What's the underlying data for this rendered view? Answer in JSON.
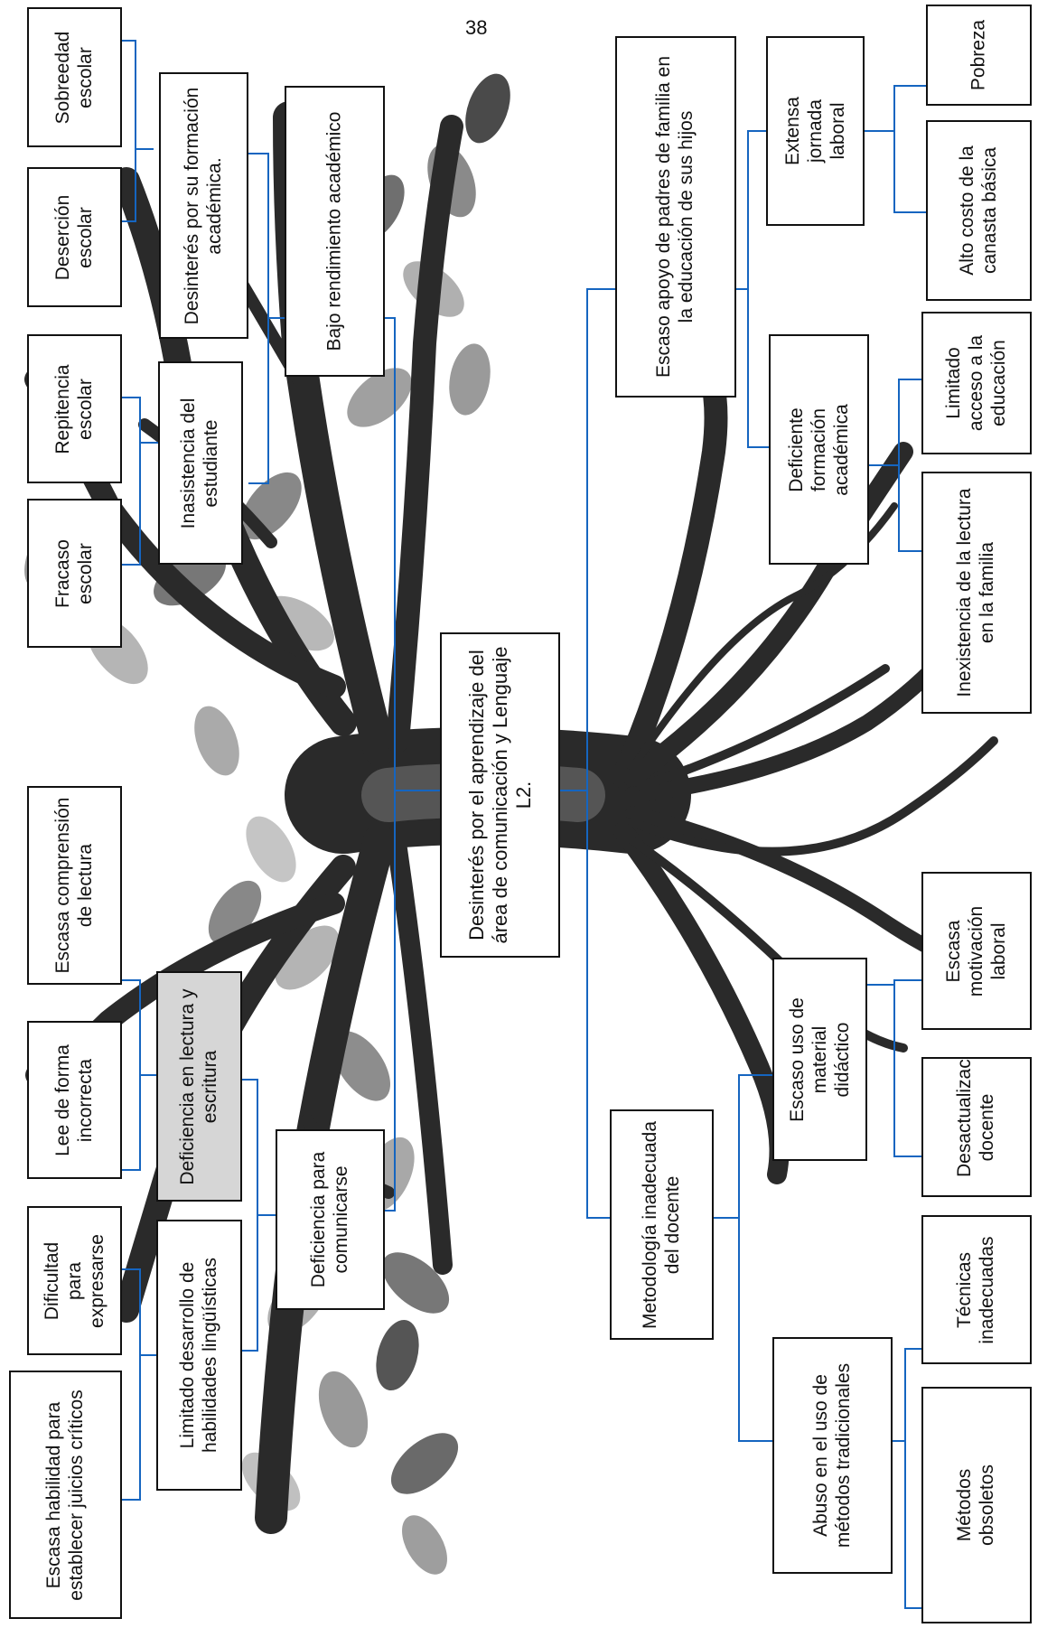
{
  "page_number": "38",
  "central_problem": "Desinterés por el aprendizaje del área de comunicación y Lenguaje L2.",
  "effects": {
    "bajo_rendimiento": "Bajo rendimiento académico",
    "desinteres_formacion": "Desinterés por su formación académica.",
    "sobreedad": "Sobreedad escolar",
    "desercion": "Deserción escolar",
    "inasistencia": "Inasistencia del estudiante",
    "repitencia": "Repitencia escolar",
    "fracaso": "Fracaso escolar",
    "deficiencia_comunicarse": "Deficiencia para comunicarse",
    "deficiencia_lectura": "Deficiencia en lectura y escritura",
    "escasa_comprension": "Escasa comprensión de lectura",
    "lee_incorrecta": "Lee de forma incorrecta",
    "limitado_desarrollo": "Limitado desarrollo de habilidades lingüísticas",
    "dificultad_expresarse": "Dificultad para expresarse",
    "escasa_habilidad": "Escasa habilidad para establecer juicios críticos"
  },
  "causes": {
    "escaso_apoyo": "Escaso apoyo de padres de familia en la educación de sus hijos",
    "extensa_jornada": "Extensa jornada laboral",
    "pobreza": "Pobreza",
    "alto_costo": "Alto costo de la canasta básica",
    "deficiente_formacion": "Deficiente formación académica",
    "limitado_acceso": "Limitado acceso a la educación",
    "inexistencia_lectura": "Inexistencia de la lectura en la familia",
    "metodologia": "Metodología inadecuada del docente",
    "escaso_material": "Escaso uso de material didáctico",
    "escasa_motivacion": "Escasa motivación laboral",
    "desactualizacion": "Desactualización docente",
    "abuso_metodos": "Abuso en el uso de métodos tradicionales",
    "tecnicas": "Técnicas inadecuadas",
    "metodos_obsoletos": "Métodos obsoletos"
  },
  "colors": {
    "connector": "#1565c0",
    "box_border": "#111111",
    "tree_dark": "#2a2a2a",
    "tree_mid": "#555555",
    "leaf_light": "#a9a9a9",
    "leaf_dark": "#6a6a6a",
    "shaded_box": "#d6d6d6"
  }
}
